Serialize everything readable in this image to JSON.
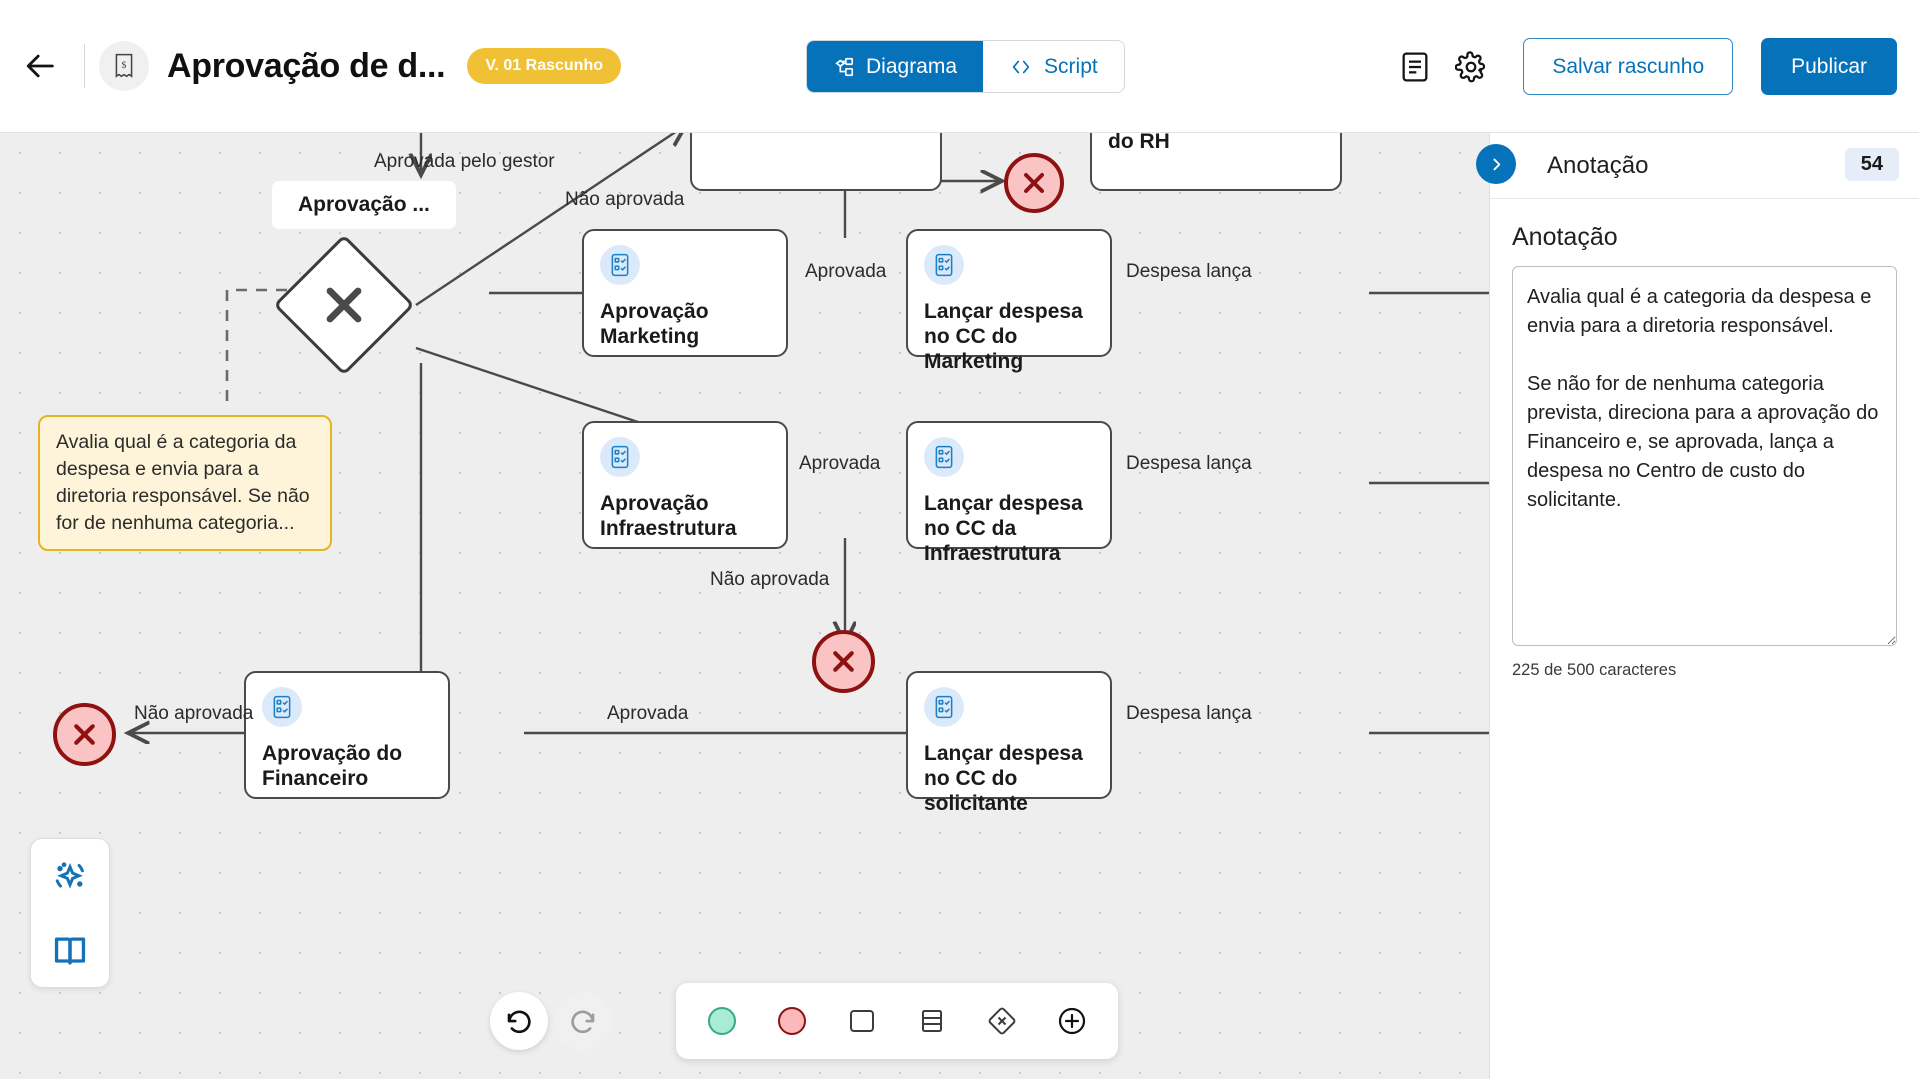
{
  "header": {
    "back_icon": "arrow-left-icon",
    "doc_icon": "receipt-icon",
    "title": "Aprovação de d...",
    "version_badge": "V. 01 Rascunho",
    "tabs": [
      {
        "label": "Diagrama",
        "icon": "diagram-icon",
        "active": true
      },
      {
        "label": "Script",
        "icon": "code-icon",
        "active": false
      }
    ],
    "notes_icon": "document-list-icon",
    "settings_icon": "gear-icon",
    "save_label": "Salvar rascunho",
    "publish_label": "Publicar",
    "accent_color": "#0672ba",
    "badge_color": "#f0c135"
  },
  "canvas": {
    "nodes": [
      {
        "id": "top_left_partial",
        "label": "",
        "icon": "form-task-icon"
      },
      {
        "id": "top_right_partial",
        "label": "do RH",
        "icon": "form-task-icon"
      },
      {
        "id": "gateway_label",
        "label": "Aprovação ..."
      },
      {
        "id": "aprov_marketing",
        "label": "Aprovação Marketing",
        "icon": "form-task-icon"
      },
      {
        "id": "cc_marketing",
        "label": "Lançar despesa no CC do Marketing",
        "icon": "form-task-icon"
      },
      {
        "id": "aprov_infra",
        "label": "Aprovação Infraestrutura",
        "icon": "form-task-icon"
      },
      {
        "id": "cc_infra",
        "label": "Lançar despesa no CC da Infraestrutura",
        "icon": "form-task-icon"
      },
      {
        "id": "aprov_financeiro",
        "label": "Aprovação do Financeiro",
        "icon": "form-task-icon"
      },
      {
        "id": "cc_solicitante",
        "label": "Lançar despesa no CC do solicitante",
        "icon": "form-task-icon"
      }
    ],
    "edge_labels": [
      "Aprovada pelo gestor",
      "Não aprovada",
      "Aprovada",
      "Despesa lança",
      "Aprovada",
      "Despesa lança",
      "Não aprovada",
      "Não aprovada",
      "Aprovada",
      "Despesa lança"
    ],
    "sticky_note": "Avalia qual é a categoria da despesa e envia para a diretoria responsável. Se não for de nenhuma categoria...",
    "gateway_icon": "exclusive-gateway-x-icon",
    "end_event_icon": "terminate-x-icon"
  },
  "left_dock": {
    "items": [
      {
        "icon": "ai-sparkle-icon"
      },
      {
        "icon": "book-icon"
      }
    ]
  },
  "bottom_toolbar": {
    "undo_icon": "undo-icon",
    "redo_icon": "redo-icon",
    "shapes": [
      {
        "icon": "start-event-circle-icon",
        "color": "#a8ecd4"
      },
      {
        "icon": "end-event-circle-icon",
        "color": "#fbb9b9"
      },
      {
        "icon": "task-rect-icon"
      },
      {
        "icon": "subprocess-rows-icon"
      },
      {
        "icon": "gateway-diamond-icon"
      },
      {
        "icon": "add-plus-icon"
      }
    ]
  },
  "right_panel": {
    "collapse_icon": "chevron-right-icon",
    "header_title": "Anotação",
    "count": "54",
    "field_label": "Anotação",
    "annotation_value": "Avalia qual é a categoria da despesa e envia para a diretoria responsável.\n\nSe não for de nenhuma categoria prevista, direciona para a aprovação do Financeiro e, se aprovada, lança a despesa no Centro de custo do solicitante.",
    "char_count": "225 de 500 caracteres"
  }
}
